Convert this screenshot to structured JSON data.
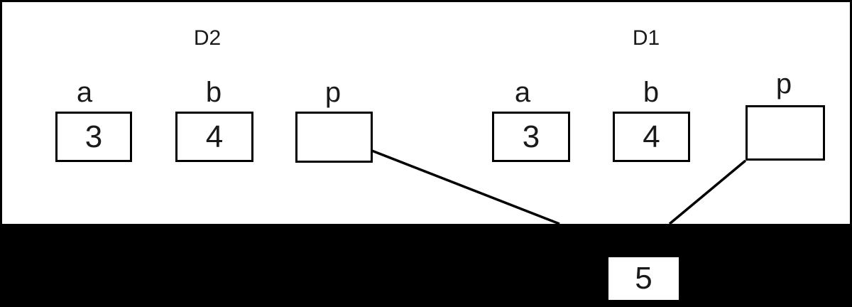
{
  "colors": {
    "paper": "#ffffff",
    "ink": "#000000",
    "band": "#000000"
  },
  "frames": [
    {
      "title": "D2",
      "variables": [
        {
          "label": "a",
          "value": "3"
        },
        {
          "label": "b",
          "value": "4"
        },
        {
          "label": "p",
          "value": ""
        }
      ]
    },
    {
      "title": "D1",
      "variables": [
        {
          "label": "a",
          "value": "3"
        },
        {
          "label": "b",
          "value": "4"
        },
        {
          "label": "p",
          "value": ""
        }
      ]
    }
  ],
  "heap": {
    "value": "5"
  }
}
